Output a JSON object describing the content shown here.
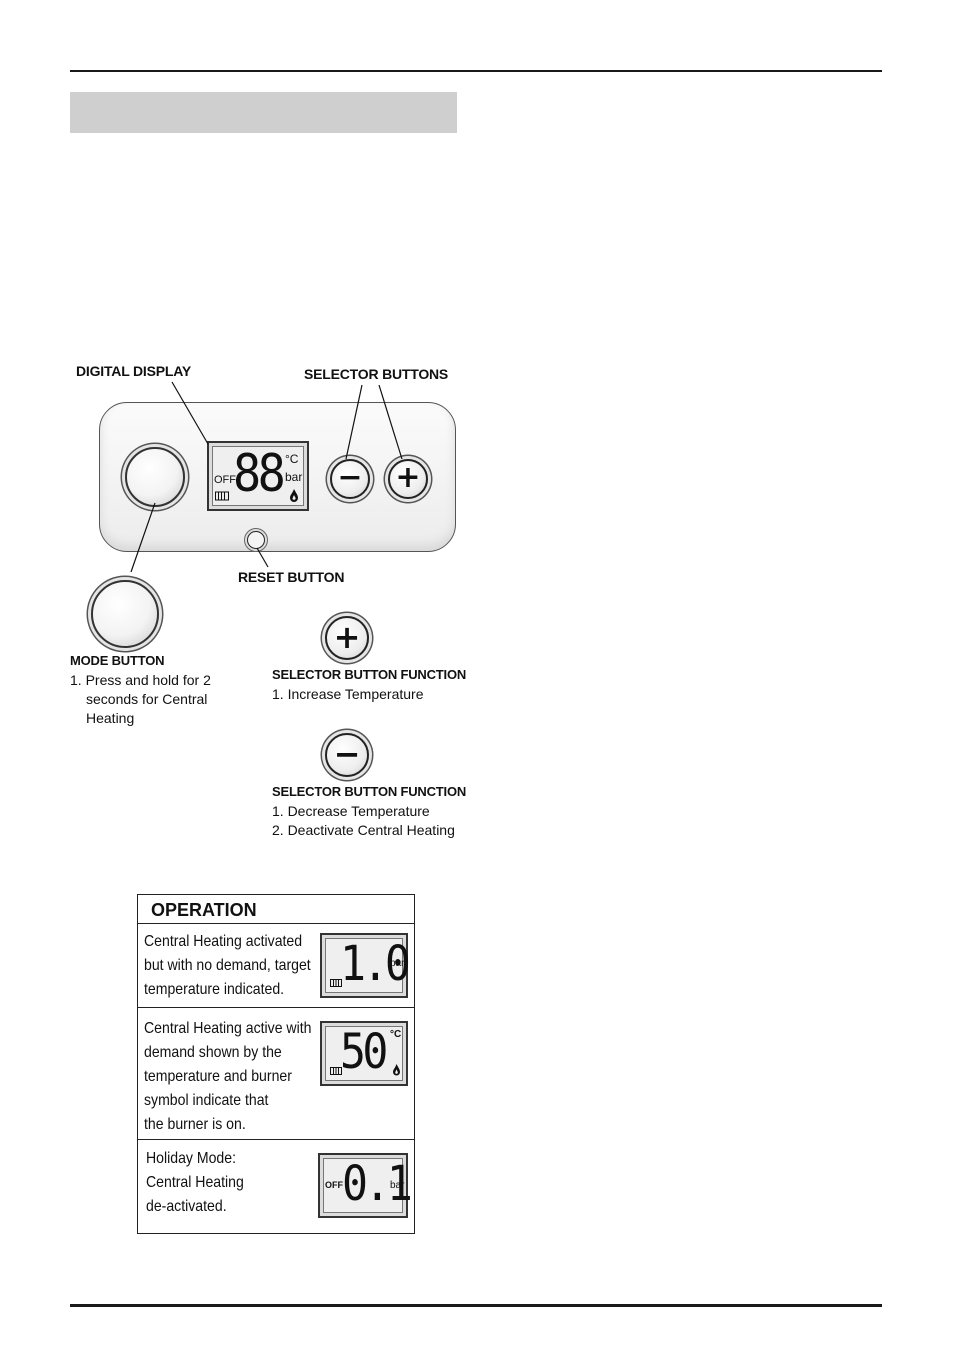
{
  "panel": {
    "labels": {
      "digital_display": "DIGITAL DISPLAY",
      "selector_buttons": "SELECTOR BUTTONS",
      "reset_button": "RESET BUTTON"
    },
    "display": {
      "off": "OFF",
      "celsius": "°C",
      "bar": "bar",
      "digits": "88"
    },
    "minus": "−",
    "plus": "+"
  },
  "mode_button": {
    "title": "MODE BUTTON",
    "line1": "1. Press and hold for 2",
    "line2": "seconds for Central",
    "line3": "Heating"
  },
  "increase": {
    "title": "SELECTOR BUTTON FUNCTION",
    "line1": "1. Increase Temperature",
    "symbol": "+"
  },
  "decrease": {
    "title": "SELECTOR BUTTON FUNCTION",
    "line1": "1. Decrease Temperature",
    "line2": "2. Deactivate Central Heating",
    "symbol": "−"
  },
  "operation": {
    "title": "OPERATION",
    "rows": [
      {
        "lines": [
          "Central Heating activated",
          "but with no demand, target",
          "temperature indicated."
        ],
        "lcd_digits": "1.0",
        "lcd_unit": "bar"
      },
      {
        "lines": [
          "Central Heating active with",
          "demand shown by the",
          "temperature and burner",
          "symbol indicate that",
          "the burner is on."
        ],
        "lcd_digits": "50",
        "lcd_unit": "°C"
      },
      {
        "lines": [
          "Holiday Mode:",
          "Central Heating",
          "de-activated."
        ],
        "lcd_digits": "0.1",
        "lcd_unit": "bar",
        "lcd_off": "OFF"
      }
    ]
  }
}
